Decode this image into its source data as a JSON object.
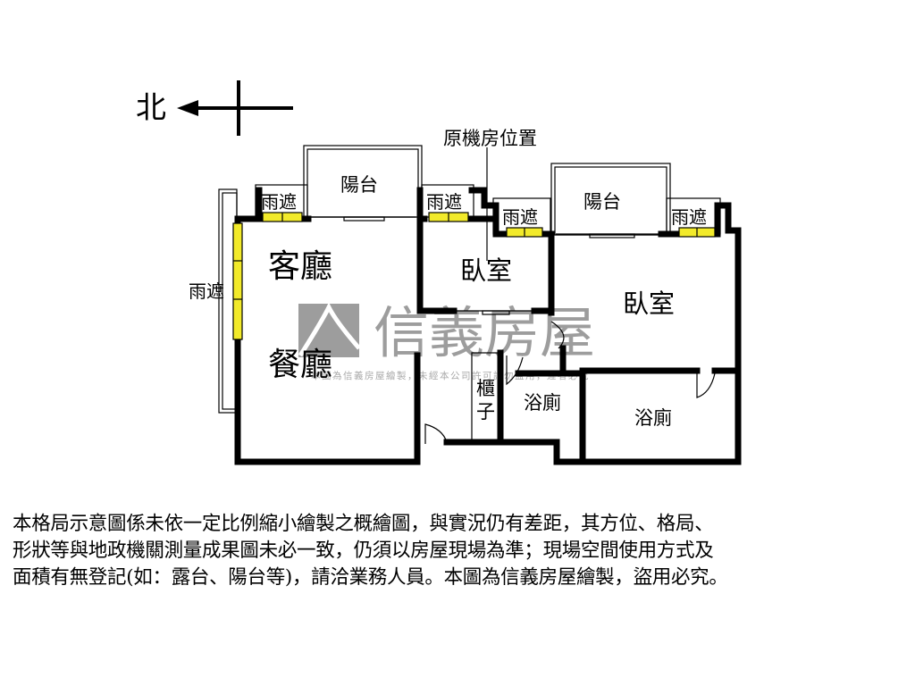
{
  "compass": {
    "north_label": "北"
  },
  "annotation": {
    "machine_room": "原機房位置"
  },
  "rooms": {
    "living": "客廳",
    "dining": "餐廳",
    "bedroom_small": "臥室",
    "bedroom_master": "臥室",
    "bath_1": "浴廁",
    "bath_2": "浴廁",
    "cabinet_1": "櫃",
    "cabinet_2": "子",
    "balcony_1": "陽台",
    "balcony_2": "陽台",
    "rain_shelter": "雨遮"
  },
  "watermark": {
    "brand": "信義房屋",
    "notice": "本圖為信義房屋繪製，未經本公司許可請勿盜用，違者必究"
  },
  "disclaimer": [
    "本格局示意圖係未依一定比例縮小繪製之概繪圖，與實況仍有差距，其方位、格局、",
    "形狀等與地政機關測量成果圖未必一致，仍須以房屋現場為準；現場空間使用方式及",
    "面積有無登記(如：露台、陽台等)，請洽業務人員。本圖為信義房屋繪製，盜用必究。"
  ],
  "colors": {
    "wall": "#000000",
    "window": "#f2ea2a",
    "watermark": "#8c8c8c"
  }
}
